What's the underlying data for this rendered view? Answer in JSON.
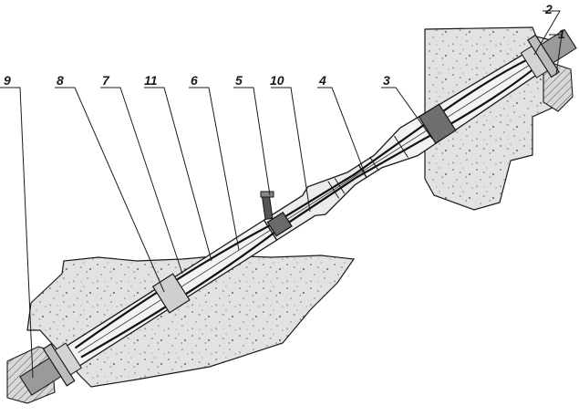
{
  "callouts": [
    {
      "id": "c1",
      "text": "1"
    },
    {
      "id": "c2",
      "text": "2"
    },
    {
      "id": "c3",
      "text": "3"
    },
    {
      "id": "c4",
      "text": "4"
    },
    {
      "id": "c5",
      "text": "5"
    },
    {
      "id": "c6",
      "text": "6"
    },
    {
      "id": "c7",
      "text": "7"
    },
    {
      "id": "c8",
      "text": "8"
    },
    {
      "id": "c9",
      "text": "9"
    },
    {
      "id": "c10",
      "text": "10"
    },
    {
      "id": "c11",
      "text": "11"
    }
  ],
  "colors": {
    "concrete_fill": "#e2e2e2",
    "concrete_speck": "#7a7a7a",
    "steel_fill": "#c9c9c9",
    "dark_fill": "#5a5a5a",
    "line": "#1a1a1a"
  }
}
